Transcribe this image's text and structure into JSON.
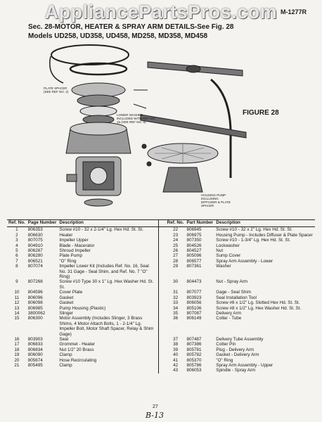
{
  "watermark": "AppliancePartsPros.com",
  "doc_id": "M-1277R",
  "section_title": "Sec. 28-MOTOR, HEATER & SPRAY ARM DETAILS-See Fig. 28",
  "models": "Models UD258, UD358, UD458, MD258, MD358, MD458",
  "figure_label": "FIGURE 28",
  "callouts": {
    "plate_spacer": "PLATE SPACER (SEE REF NO. 2)",
    "lower_washer": "LOWER WASHER INCLUDED WITH REF NO. 15 (SEE REF NO. 8)",
    "housing_pump": "HOUSING PUMP INCLUDING DIFFUSER & PLATE SPACER"
  },
  "table": {
    "headers": {
      "ref": "Ref. No.",
      "part": "Page Number",
      "part_right": "Part Number",
      "desc": "Description"
    },
    "left": [
      {
        "ref": "1",
        "part": "806353",
        "desc": "Screw #10 - 32 x 2-1/4\" Lg. Hex Hd. St. St."
      },
      {
        "ref": "2",
        "part": "806630",
        "desc": "Heater"
      },
      {
        "ref": "3",
        "part": "807075",
        "desc": "Impeller Upper"
      },
      {
        "ref": "4",
        "part": "804910",
        "desc": "Blade - Macerator"
      },
      {
        "ref": "5",
        "part": "806267",
        "desc": "Shroud Impeller"
      },
      {
        "ref": "6",
        "part": "806280",
        "desc": "Plate Pump"
      },
      {
        "ref": "7",
        "part": "806521",
        "desc": "\"O\" Ring"
      },
      {
        "ref": "8",
        "part": "807074",
        "desc": "Impeller Lower Kit (Includes Ref. No. 16, Seal No. 31 Gage - Seal Shim, and Ref. No. 7 \"O\" Ring)"
      },
      {
        "ref": "9",
        "part": "807268",
        "desc": "Screw #10 Type 30 x 1\" Lg. Hex Washer Hd. St. St."
      },
      {
        "ref": "10",
        "part": "804596",
        "desc": "Cover Plate"
      },
      {
        "ref": "11",
        "part": "806096",
        "desc": "Gasket"
      },
      {
        "ref": "12",
        "part": "806098",
        "desc": "Gasket"
      },
      {
        "ref": "13",
        "part": "806985",
        "desc": "Pump Housing (Plastic)"
      },
      {
        "ref": "14",
        "part": "3800062",
        "desc": "Slinger"
      },
      {
        "ref": "15",
        "part": "806300",
        "desc": "Motor Assembly (Includes Slinger, 3 Brass Shims, 4 Motor Attach Bolts, 1 - 2-1/4\" Lg. Impeller Bolt, Motor Shaft Spacer, Relay & Shim Gage)"
      },
      {
        "ref": "16",
        "part": "803903",
        "desc": "Seal"
      },
      {
        "ref": "17",
        "part": "806833",
        "desc": "Grommet - Heater"
      },
      {
        "ref": "18",
        "part": "806834",
        "desc": "Nut 1/2\" 20 Brass"
      },
      {
        "ref": "19",
        "part": "806090",
        "desc": "Clamp"
      },
      {
        "ref": "20",
        "part": "805674",
        "desc": "Hose Recirculating"
      },
      {
        "ref": "21",
        "part": "805495",
        "desc": "Clamp"
      }
    ],
    "right": [
      {
        "ref": "22",
        "part": "806945",
        "desc": "Screw #10 - 32 x 2\" Lg. Hex Hd. St. St."
      },
      {
        "ref": "23",
        "part": "806975",
        "desc": "Housing Pump - Includes Diffuser & Plate Spacer"
      },
      {
        "ref": "24",
        "part": "807350",
        "desc": "Screw #10 - 1-3/4\" Lg. Hex Hd. St. St."
      },
      {
        "ref": "25",
        "part": "804526",
        "desc": "Lockwasher"
      },
      {
        "ref": "26",
        "part": "804527",
        "desc": "Nut"
      },
      {
        "ref": "27",
        "part": "805096",
        "desc": "Sump Cover"
      },
      {
        "ref": "28",
        "part": "806577",
        "desc": "Spray Arm Assembly - Lower"
      },
      {
        "ref": "29",
        "part": "807361",
        "desc": "Washer"
      },
      {
        "ref": "30",
        "part": "804473",
        "desc": "Nut - Spray Arm"
      },
      {
        "ref": "31",
        "part": "807077",
        "desc": "Gage - Seal Shim"
      },
      {
        "ref": "32",
        "part": "803923",
        "desc": "Seal Installation Tool"
      },
      {
        "ref": "33",
        "part": "806056",
        "desc": "Screw #8 x 1/2\" Lg. Slotted Hex Hd. St. St."
      },
      {
        "ref": "34",
        "part": "805106",
        "desc": "Screw #8 x 1/2\" Lg. Hex Washer Hd. St. St."
      },
      {
        "ref": "35",
        "part": "807087",
        "desc": "Delivery Arm"
      },
      {
        "ref": "36",
        "part": "806149",
        "desc": "Collar - Tube"
      },
      {
        "ref": "37",
        "part": "807487",
        "desc": "Delivery Tube Assembly"
      },
      {
        "ref": "38",
        "part": "807386",
        "desc": "Cotter Pin"
      },
      {
        "ref": "39",
        "part": "805781",
        "desc": "Plug - Delivery Arm"
      },
      {
        "ref": "40",
        "part": "805782",
        "desc": "Gasket - Delivery Arm"
      },
      {
        "ref": "41",
        "part": "805370",
        "desc": "\"O\" Ring"
      },
      {
        "ref": "42",
        "part": "805786",
        "desc": "Spray Arm Assembly - Upper"
      },
      {
        "ref": "43",
        "part": "806053",
        "desc": "Spindle - Spray Arm"
      }
    ]
  },
  "page_number": "27",
  "handwritten": "B-13"
}
